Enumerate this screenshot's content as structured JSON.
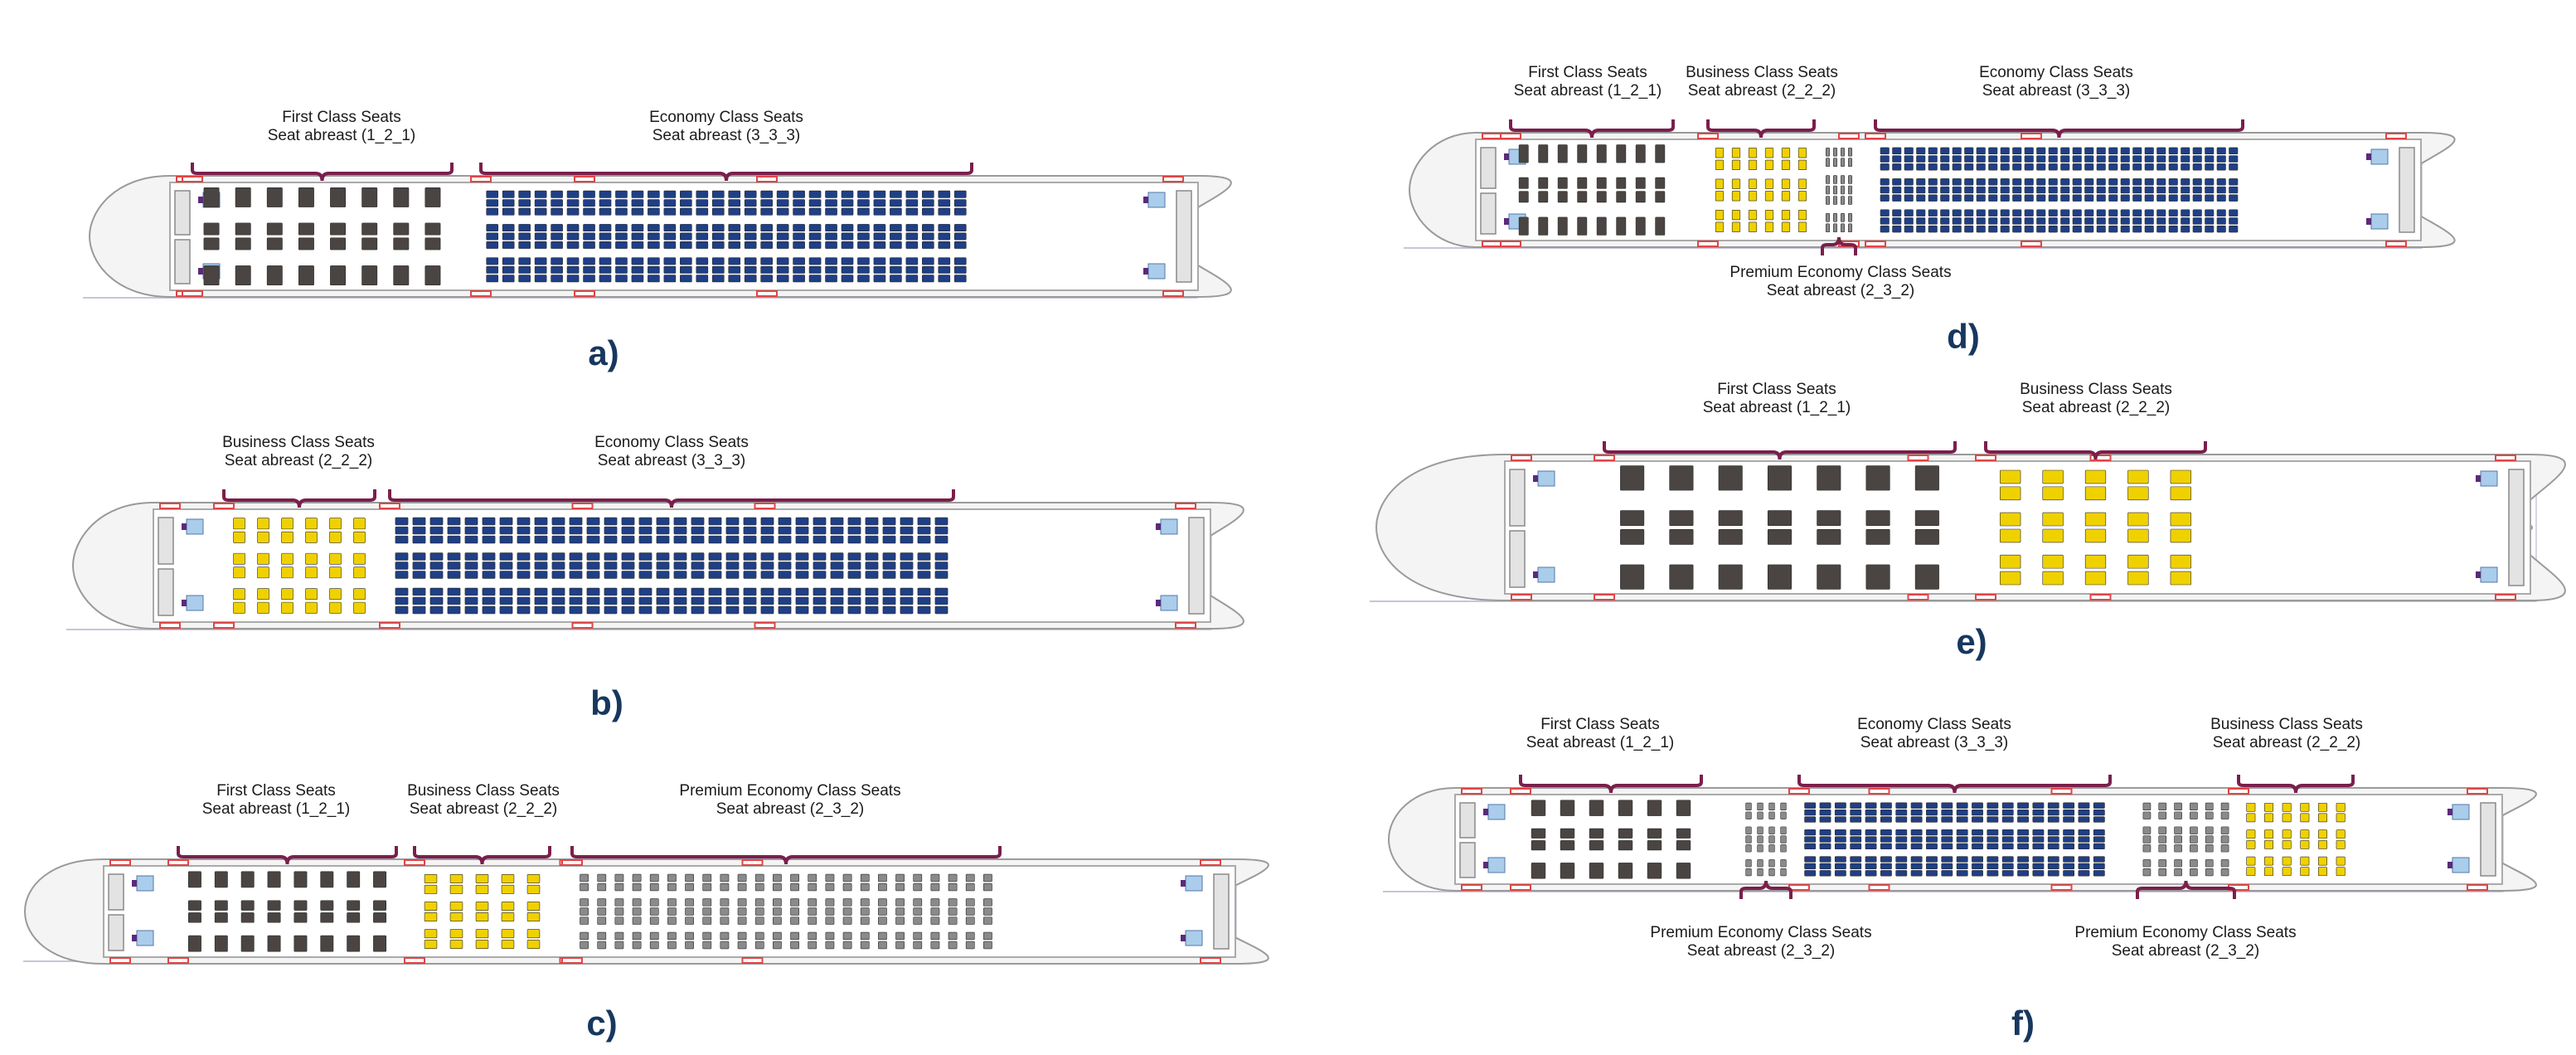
{
  "colors": {
    "first": "#4a4542",
    "business": "#f0d100",
    "premium": "#8a8a8a",
    "economy": "#1f3f86",
    "bracket": "#7a1f4c",
    "galley": "#a9cdea",
    "door": "#e04545",
    "caption": "#17375e"
  },
  "panels": [
    {
      "caption": "a)",
      "sections": [
        {
          "cls": "first",
          "name": "First Class Seats",
          "abreast": "Seat abreast (1_2_1)",
          "rows": 8
        },
        {
          "cls": "economy",
          "name": "Economy Class Seats",
          "abreast": "Seat abreast (3_3_3)",
          "rows": 30
        }
      ],
      "below": []
    },
    {
      "caption": "b)",
      "sections": [
        {
          "cls": "business",
          "name": "Business Class Seats",
          "abreast": "Seat abreast (2_2_2)",
          "rows": 6
        },
        {
          "cls": "economy",
          "name": "Economy Class Seats",
          "abreast": "Seat abreast (3_3_3)",
          "rows": 32
        }
      ],
      "below": []
    },
    {
      "caption": "c)",
      "sections": [
        {
          "cls": "first",
          "name": "First Class Seats",
          "abreast": "Seat abreast (1_2_1)",
          "rows": 8
        },
        {
          "cls": "business",
          "name": "Business Class Seats",
          "abreast": "Seat abreast (2_2_2)",
          "rows": 5
        },
        {
          "cls": "premium",
          "name": "Premium Economy Class Seats",
          "abreast": "Seat abreast (2_3_2)",
          "rows": 24
        }
      ],
      "below": []
    },
    {
      "caption": "d)",
      "sections": [
        {
          "cls": "first",
          "name": "First Class Seats",
          "abreast": "Seat abreast (1_2_1)",
          "rows": 8
        },
        {
          "cls": "business",
          "name": "Business Class Seats",
          "abreast": "Seat abreast (2_2_2)",
          "rows": 6
        },
        {
          "cls": "economy",
          "name": "Economy Class Seats",
          "abreast": "Seat abreast (3_3_3)",
          "rows": 30
        }
      ],
      "below": [
        {
          "cls": "premium",
          "name": "Premium Economy Class Seats",
          "abreast": "Seat abreast (2_3_2)",
          "rows": 4
        }
      ]
    },
    {
      "caption": "e)",
      "sections": [
        {
          "cls": "first",
          "name": "First Class Seats",
          "abreast": "Seat abreast (1_2_1)",
          "rows": 7
        },
        {
          "cls": "business",
          "name": "Business Class Seats",
          "abreast": "Seat abreast (2_2_2)",
          "rows": 5
        }
      ],
      "below": []
    },
    {
      "caption": "f)",
      "sections": [
        {
          "cls": "first",
          "name": "First Class Seats",
          "abreast": "Seat abreast (1_2_1)",
          "rows": 6
        },
        {
          "cls": "economy",
          "name": "Economy Class Seats",
          "abreast": "Seat abreast (3_3_3)",
          "rows": 20
        },
        {
          "cls": "business",
          "name": "Business Class Seats",
          "abreast": "Seat abreast (2_2_2)",
          "rows": 6
        }
      ],
      "below": [
        {
          "cls": "premium",
          "name": "Premium Economy Class Seats",
          "abreast": "Seat abreast (2_3_2)",
          "rows": 4
        },
        {
          "cls": "premium",
          "name": "Premium Economy Class Seats",
          "abreast": "Seat abreast (2_3_2)",
          "rows": 6
        }
      ]
    }
  ]
}
